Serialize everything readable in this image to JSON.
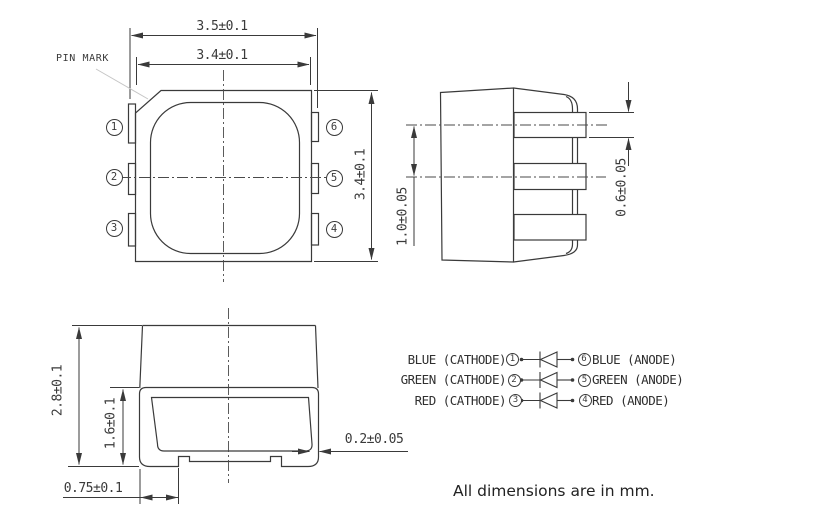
{
  "drawing": {
    "pin_mark_label": "PIN MARK",
    "footer_note": "All dimensions are in mm.",
    "style": {
      "ink": "#3a3a3a",
      "background": "#ffffff",
      "leader_gray": "#c6c6c6"
    },
    "top_view": {
      "dim_overall_width": "3.5±0.1",
      "dim_body_width": "3.4±0.1",
      "dim_body_height": "3.4±0.1",
      "pins_left": [
        "1",
        "2",
        "3"
      ],
      "pins_right": [
        "6",
        "5",
        "4"
      ]
    },
    "side_view": {
      "dim_lead_pitch": "1.0±0.05",
      "dim_lead_width": "0.6±0.05"
    },
    "front_view": {
      "dim_total_height": "2.8±0.1",
      "dim_inner_height": "1.6±0.1",
      "dim_foot_width": "0.75±0.1",
      "dim_lead_thickness": "0.2±0.05"
    },
    "circuit": {
      "rows": [
        {
          "left_label": "BLUE (CATHODE)",
          "left_pin": "1",
          "right_pin": "6",
          "right_label": "BLUE (ANODE)"
        },
        {
          "left_label": "GREEN (CATHODE)",
          "left_pin": "2",
          "right_pin": "5",
          "right_label": "GREEN (ANODE)"
        },
        {
          "left_label": "RED (CATHODE)",
          "left_pin": "3",
          "right_pin": "4",
          "right_label": "RED (ANODE)"
        }
      ]
    }
  }
}
